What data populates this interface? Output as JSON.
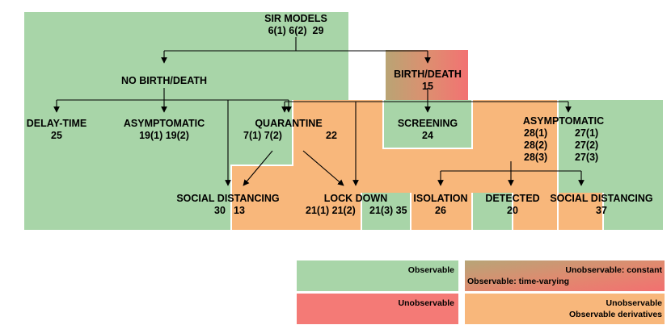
{
  "colors": {
    "observable": "#a8d5a8",
    "unobservable": "#f47a76",
    "derivatives": "#f8b77b",
    "mixed_from": "#c2a874",
    "mixed_to": "#f07070"
  },
  "diagram": {
    "sir_models": {
      "title": "SIR MODELS",
      "refs": "6(1) 6(2)  29"
    },
    "no_birth_death": {
      "title": "NO BIRTH/DEATH"
    },
    "birth_death": {
      "title": "BIRTH/DEATH",
      "refs": "15"
    },
    "delay_time": {
      "title": "DELAY-TIME",
      "refs": "25"
    },
    "asymptomatic_left": {
      "title": "ASYMPTOMATIC",
      "refs": "19(1) 19(2)"
    },
    "quarantine": {
      "title": "QUARANTINE",
      "refs_left": "7(1) 7(2)",
      "refs_right": "22"
    },
    "screening": {
      "title": "SCREENING",
      "refs": "24"
    },
    "asymptomatic_right": {
      "title": "ASYMPTOMATIC",
      "rows": [
        {
          "left": "28(1)",
          "right": "27(1)"
        },
        {
          "left": "28(2)",
          "right": "27(2)"
        },
        {
          "left": "28(3)",
          "right": "27(3)"
        }
      ]
    },
    "social_distancing_left": {
      "title": "SOCIAL DISTANCING",
      "ref_observable": "30",
      "ref_derivative": "13"
    },
    "lock_down": {
      "title": "LOCK DOWN",
      "refs_derivative": "21(1) 21(2)",
      "refs_observable": "21(3) 35"
    },
    "isolation": {
      "title": "ISOLATION",
      "refs": "26"
    },
    "detected": {
      "title": "DETECTED",
      "refs": "20"
    },
    "social_distancing_right": {
      "title": "SOCIAL DISTANCING",
      "refs": "37"
    }
  },
  "legend": {
    "observable": "Observable",
    "unobservable": "Unobservable",
    "mixed_top": "Unobservable: constant",
    "mixed_bottom": "Observable: time-varying",
    "derivatives_top": "Unobservable",
    "derivatives_bottom": "Observable derivatives"
  }
}
